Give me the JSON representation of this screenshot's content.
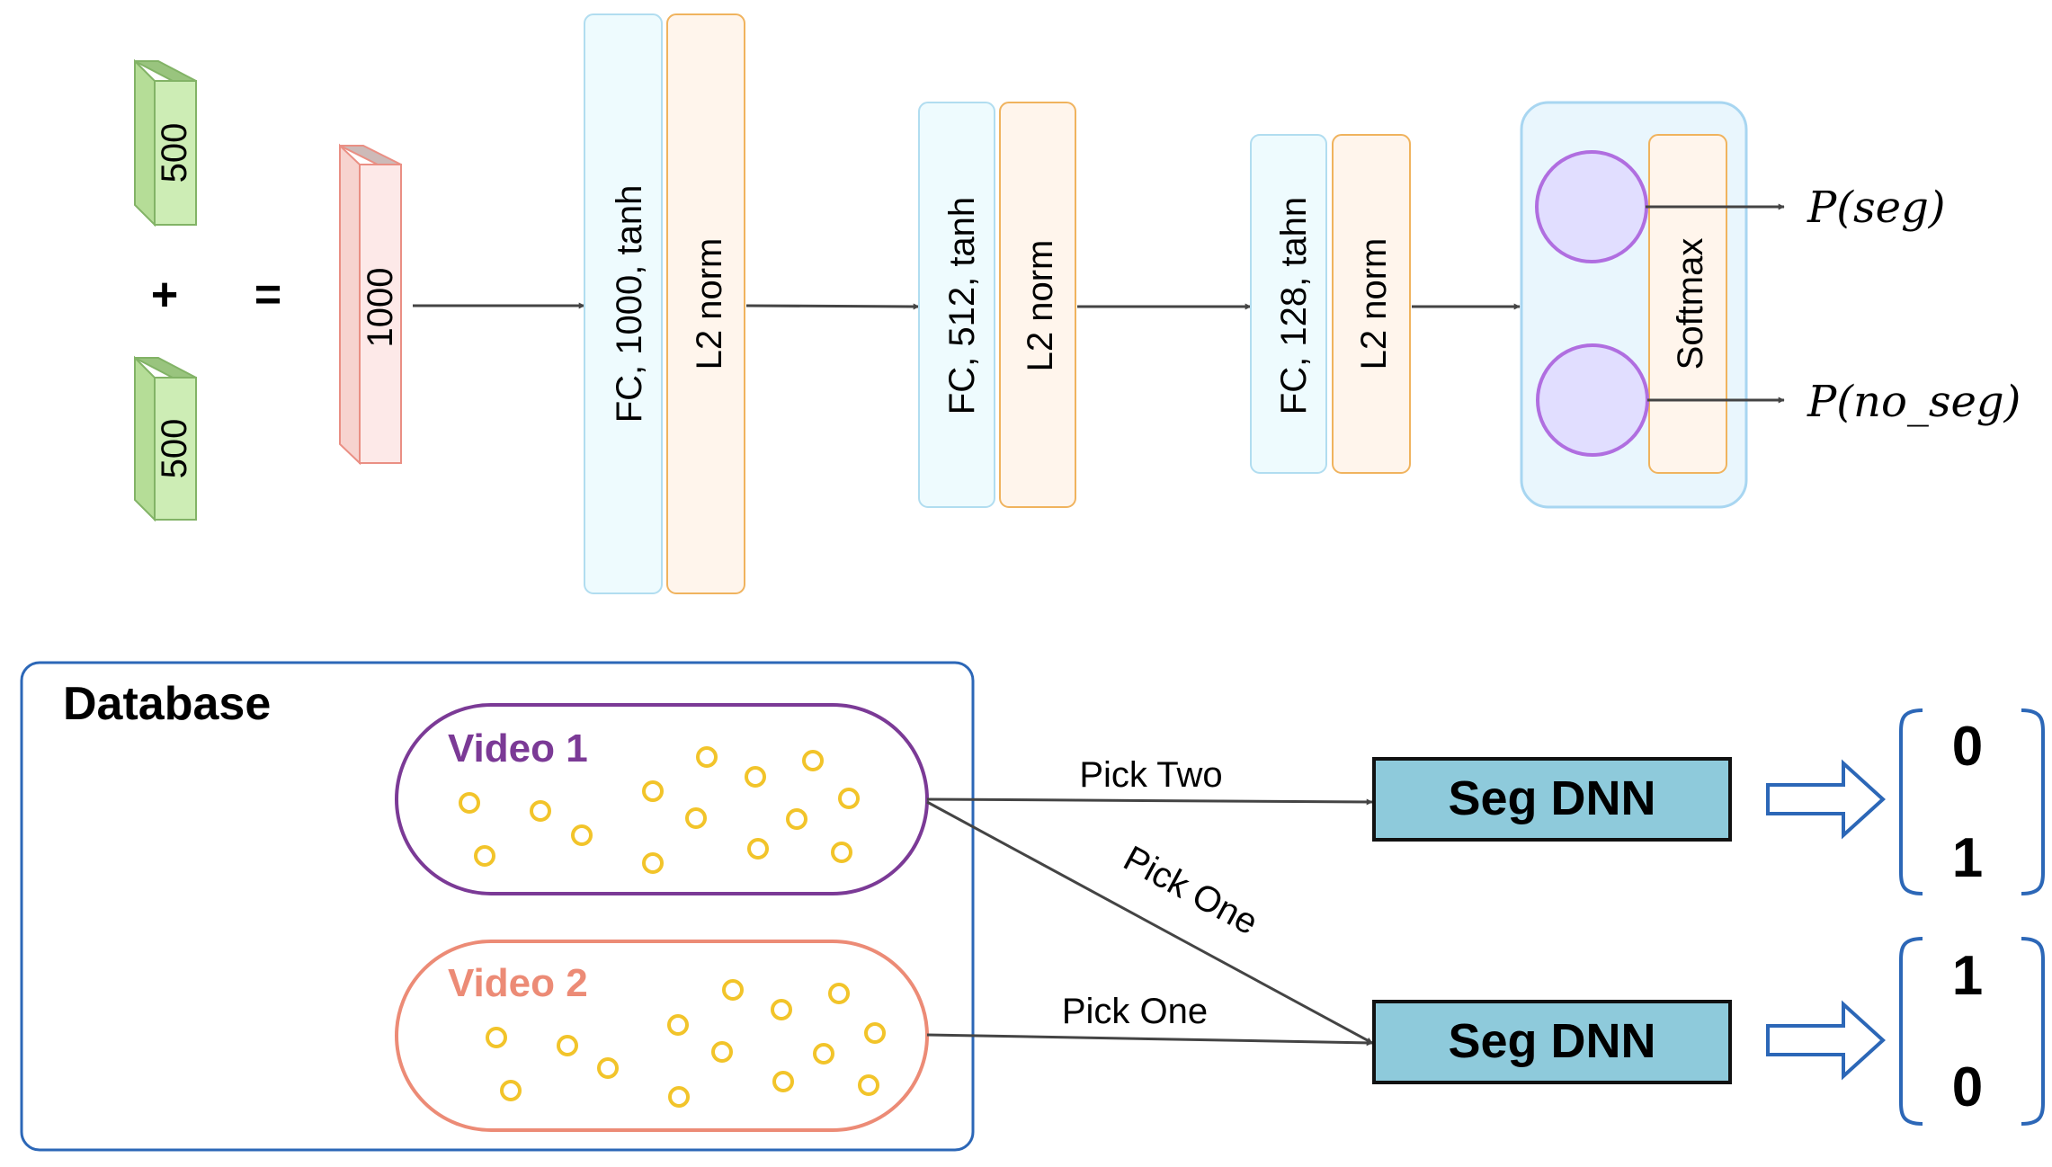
{
  "inputs": {
    "vector_a": "500",
    "vector_b": "500",
    "plus": "+",
    "equals": "=",
    "concat": "1000"
  },
  "layers": [
    {
      "fc": "FC, 1000, tanh",
      "norm": "L2 norm"
    },
    {
      "fc": "FC, 512, tanh",
      "norm": "L2 norm"
    },
    {
      "fc": "FC, 128, tahn",
      "norm": "L2 norm"
    }
  ],
  "output_layer": {
    "softmax": "Softmax",
    "p_seg": "P(seg)",
    "p_no_seg": "P(no_seg)"
  },
  "database": {
    "title": "Database",
    "video1": "Video 1",
    "video2": "Video 2"
  },
  "picks": {
    "pick_two": "Pick Two",
    "pick_one_diag": "Pick One",
    "pick_one": "Pick One"
  },
  "models": {
    "seg_dnn_top": "Seg DNN",
    "seg_dnn_bottom": "Seg DNN"
  },
  "outputs": {
    "top": [
      "0",
      "1"
    ],
    "bottom": [
      "1",
      "0"
    ]
  },
  "colors": {
    "green_face": "#cdedb5",
    "green_stroke": "#82b366",
    "red_face": "#fde9e8",
    "red_stroke": "#ea8f84",
    "fc_fill": "#eefbfe",
    "fc_stroke": "#b1ddf0",
    "norm_fill": "#fff5ec",
    "norm_stroke": "#f0b35e",
    "neuron_fill": "#e1deff",
    "neuron_stroke": "#b06ee0",
    "video1": "#7b3a96",
    "video2": "#ec8b76",
    "dot": "#f2c42a",
    "seg_fill": "#8ecadb",
    "db_border": "#2c67b7"
  }
}
